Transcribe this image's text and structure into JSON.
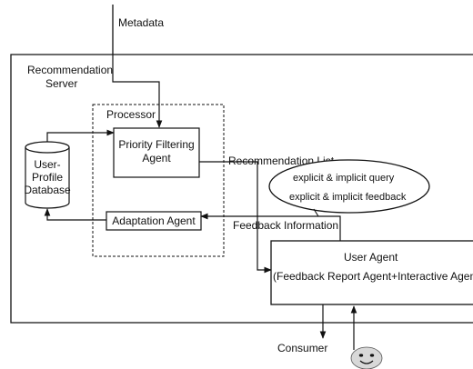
{
  "labels": {
    "metadata": "Metadata",
    "server_line1": "Recommendation",
    "server_line2": "Server",
    "processor": "Processor",
    "priority_line1": "Priority Filtering",
    "priority_line2": "Agent",
    "db_line1": "User-",
    "db_line2": "Profile",
    "db_line3": "Database",
    "adaptation": "Adaptation Agent",
    "recommendation_list": "Recommendation List",
    "ellipse_line1": "explicit & implicit query",
    "ellipse_line2": "explicit & implicit feedback",
    "feedback_information": "Feedback Information",
    "user_agent_title": "User Agent",
    "user_agent_sub": "(Feedback Report Agent+Interactive Agent)",
    "consumer": "Consumer"
  },
  "icons": {
    "consumer_face": "smiley-face-icon"
  }
}
